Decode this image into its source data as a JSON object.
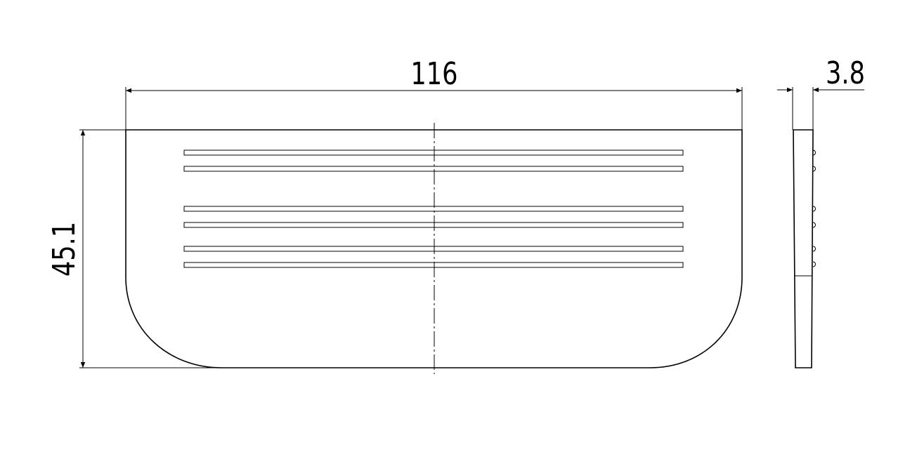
{
  "drawing": {
    "dimensions": {
      "width": "116",
      "height": "45.1",
      "thickness": "3.8"
    },
    "slot_count": 6,
    "line_color": "#000000",
    "background": "#ffffff"
  }
}
